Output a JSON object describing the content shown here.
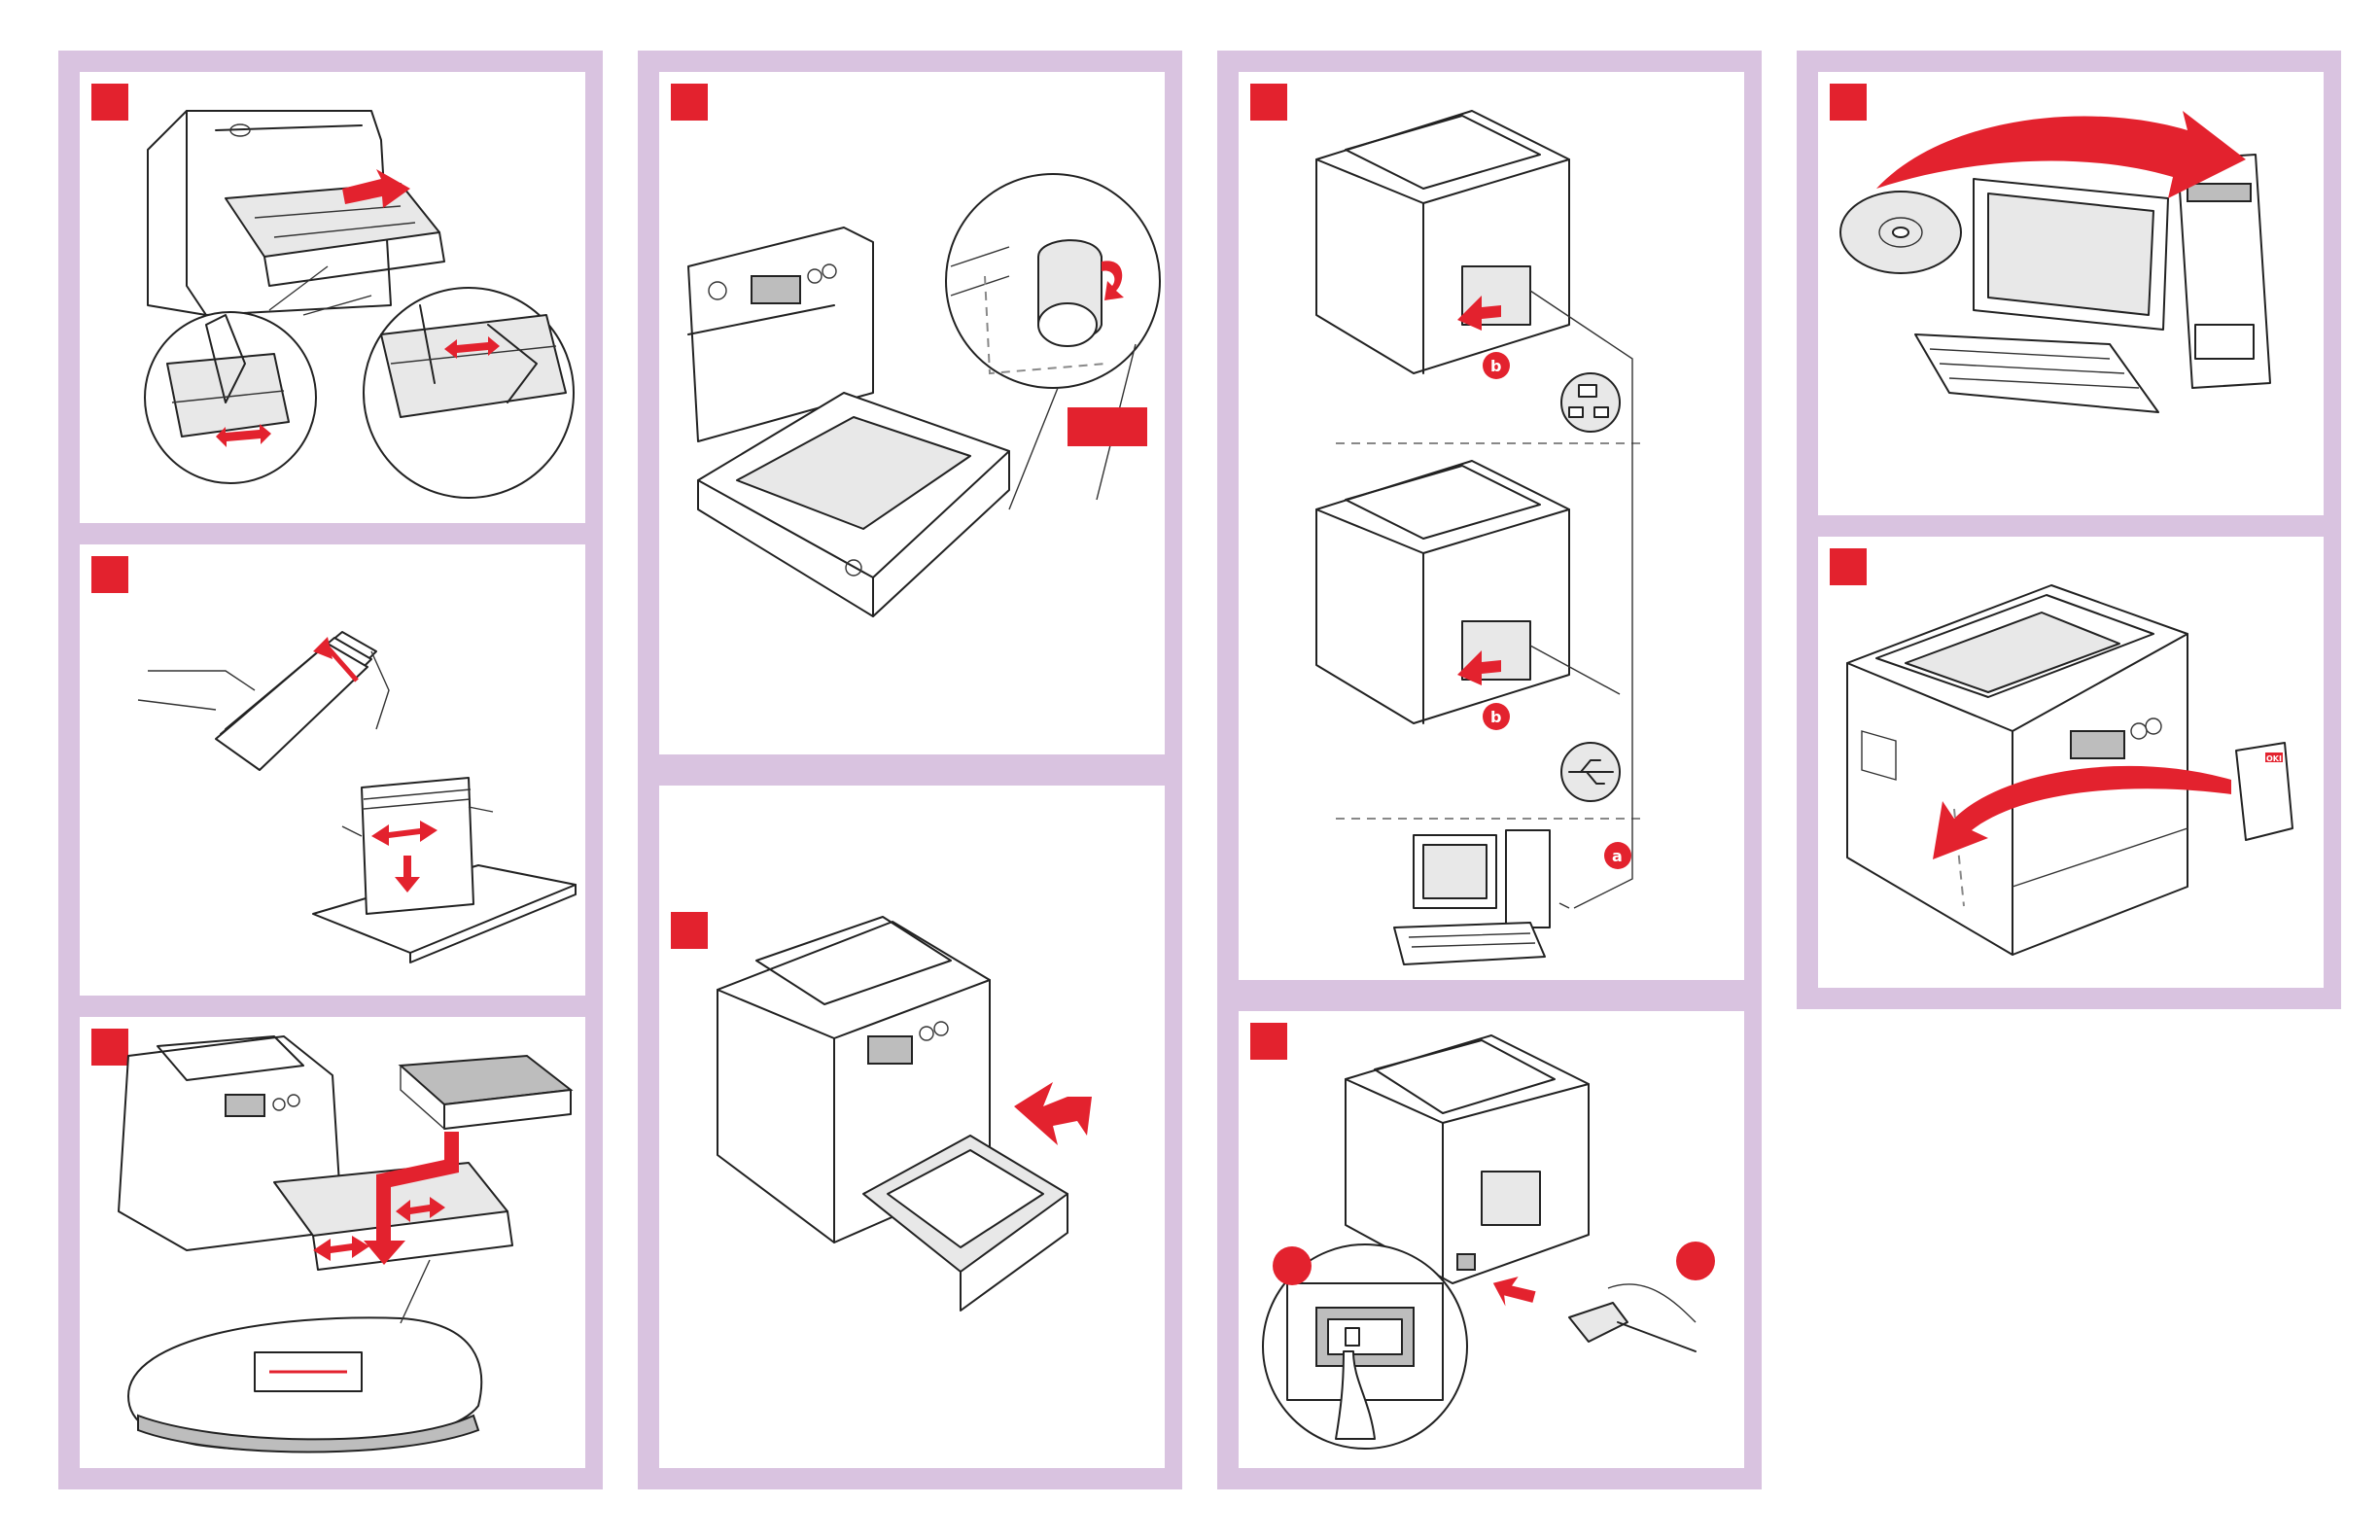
{
  "brand_colors": {
    "step_marker": "#e3222e",
    "column_background": "#d9c3e0",
    "panel_background": "#ffffff"
  },
  "connection_labels": {
    "cable_a": "a",
    "port_b_network": "b",
    "port_b_usb": "b"
  },
  "manual_logo": {
    "text": "OKI"
  },
  "icons": [
    "network-icon",
    "usb-icon",
    "cd-rom-icon",
    "power-switch-icon",
    "manual-book-icon"
  ]
}
